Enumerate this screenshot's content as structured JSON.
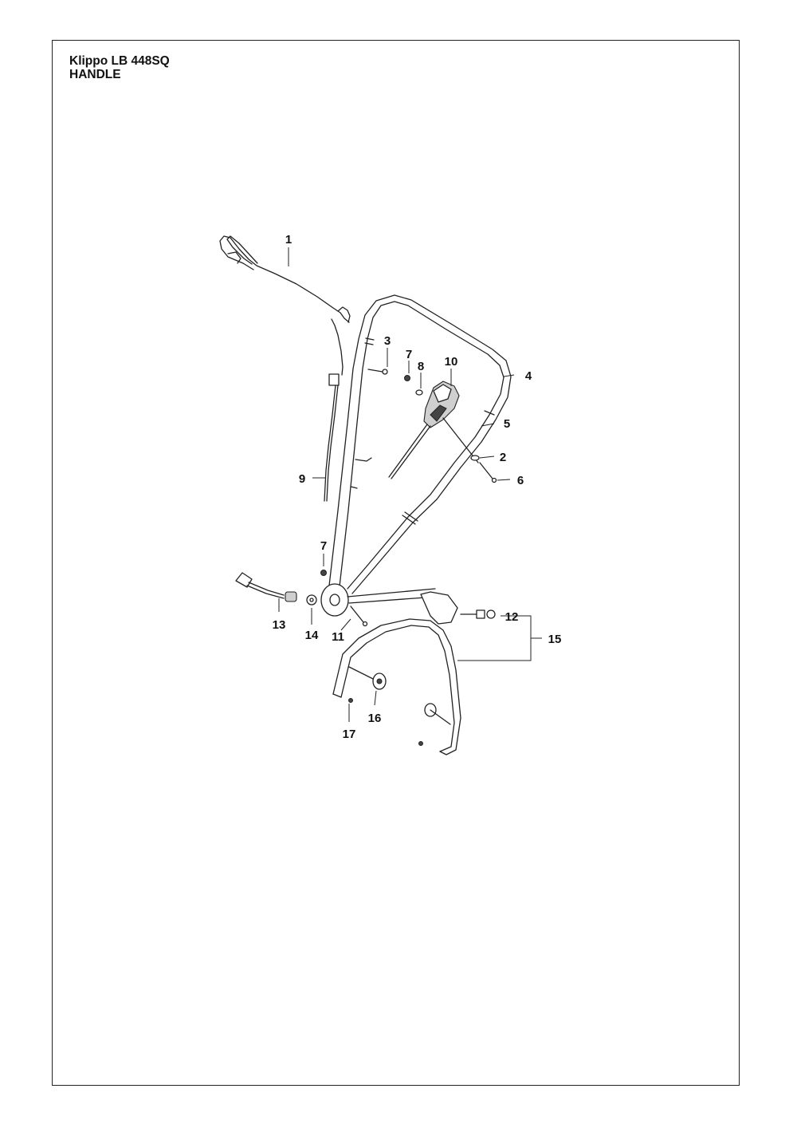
{
  "page": {
    "model": "Klippo LB 448SQ",
    "section": "HANDLE"
  },
  "callouts": [
    "1",
    "3",
    "7",
    "8",
    "10",
    "4",
    "5",
    "2",
    "6",
    "9",
    "7",
    "13",
    "14",
    "11",
    "12",
    "15",
    "16",
    "17"
  ]
}
